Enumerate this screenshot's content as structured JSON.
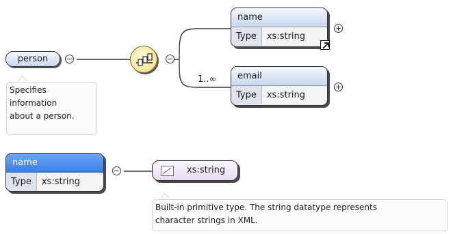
{
  "person": {
    "label": "person",
    "annotation_lines": [
      "Specifies",
      "information",
      "about a person."
    ]
  },
  "sequence": {
    "icon": "sequence-compositor-icon"
  },
  "children": [
    {
      "name": "name",
      "type_key": "Type",
      "type_value": "xs:string",
      "has_reference": true
    },
    {
      "name": "email",
      "type_key": "Type",
      "type_value": "xs:string",
      "occurrence": "1..∞"
    }
  ],
  "selected_element": {
    "name": "name",
    "type_key": "Type",
    "type_value": "xs:string"
  },
  "simple_type": {
    "label": "xs:string",
    "annotation_lines": [
      "Built-in primitive type. The string datatype represents",
      "character strings in XML."
    ]
  },
  "glyphs": {
    "collapse": "⊖",
    "expand": "+"
  }
}
